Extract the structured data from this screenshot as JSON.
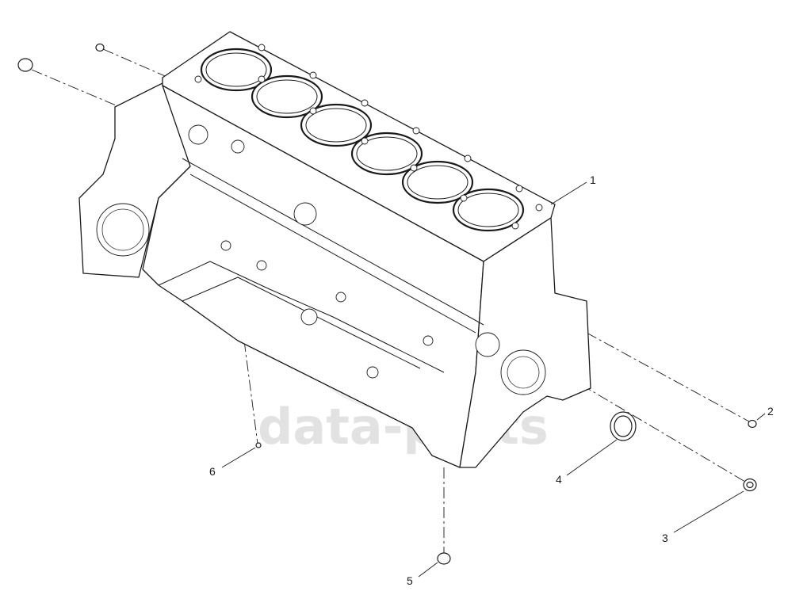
{
  "watermark": {
    "text": "data-parts",
    "color": "#d9d9d9"
  },
  "callouts": [
    {
      "id": "1",
      "label": "1"
    },
    {
      "id": "2",
      "label": "2"
    },
    {
      "id": "3",
      "label": "3"
    },
    {
      "id": "4",
      "label": "4"
    },
    {
      "id": "5",
      "label": "5"
    },
    {
      "id": "6",
      "label": "6"
    }
  ],
  "colors": {
    "line": "#1a1a1a",
    "background": "#ffffff"
  }
}
